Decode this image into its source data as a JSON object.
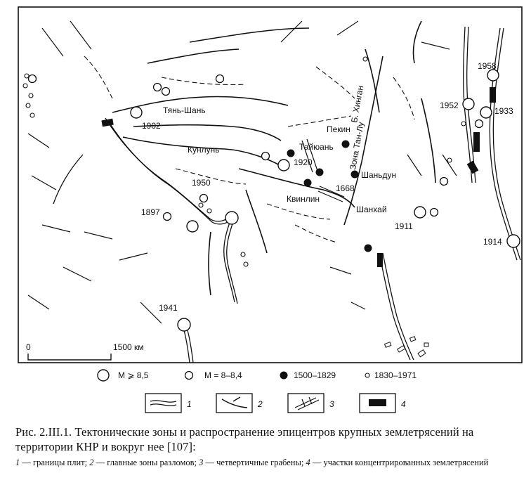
{
  "places": {
    "tyan_shan": "Тянь-Шань",
    "kunlun": "Кунлунь",
    "pekin": "Пекин",
    "tayuan": "Тайюань",
    "zona_tan_lu": "Зона Тан-Лу",
    "b_khingan": "Б. Хинган",
    "shandun": "Шаньдун",
    "kvinlin": "Квинлин",
    "shankhay": "Шанхай"
  },
  "years": {
    "y1958": "1958",
    "y1952": "1952",
    "y1933": "1933",
    "y1902": "1902",
    "y1920": "1920",
    "y1668": "1668",
    "y1950": "1950",
    "y1897": "1897",
    "y1911": "1911",
    "y1914": "1914",
    "y1941": "1941"
  },
  "scale": {
    "zero": "0",
    "length": "1500 км"
  },
  "legend": {
    "m_large": "M ⩾ 8,5",
    "m_medium": "M = 8–8,4",
    "period_old": "1500–1829",
    "period_new": "1830–1971",
    "item1": "1",
    "item2": "2",
    "item3": "3",
    "item4": "4"
  },
  "caption": {
    "title": "Рис. 2.III.1. Тектонические зоны и распространение эпицентров крупных землетрясений на территории КНР и вокруг нее [107]:",
    "n1": "1",
    "t1": " — границы плит; ",
    "n2": "2",
    "t2": " — главные зоны разломов; ",
    "n3": "3",
    "t3": " — четвертичные грабены; ",
    "n4": "4",
    "t4": " — участки концентрированных землетрясений"
  }
}
